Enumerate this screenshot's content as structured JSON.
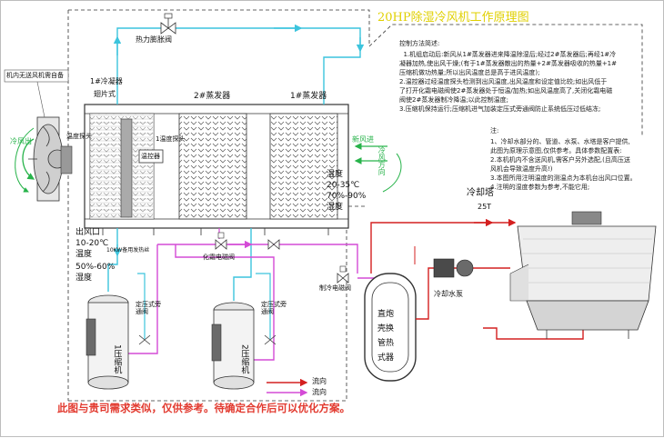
{
  "title": "20HP除湿冷风机工作原理图",
  "left_box_label": "机内无送风机需自备",
  "labels": {
    "expansion_valve": "热力膨胀阀",
    "condenser_1": "1#冷凝器",
    "fin_type": "翅片式",
    "evaporator_2": "2#蒸发器",
    "evaporator_1": "1#蒸发器",
    "temp_probe": "温度探头",
    "temp_probe_2": "1温度探头",
    "temp_controller": "温控器",
    "heating_wire": "10KW备用发热丝",
    "defrost_valve": "化霜电磁阀",
    "cooling_valve": "制冷电磁阀",
    "bypass_1": "定压式旁通阀",
    "bypass_2": "定压式旁通阀",
    "compressor_1": "1压缩机",
    "compressor_2": "2压缩机",
    "cold_wind_out": "冷风出",
    "fresh_air_in": "新风进",
    "cold_wind_dir": "冷风方向",
    "inlet_temp": "温度",
    "inlet_temp_range": "20-35℃",
    "inlet_humidity_range": "70%-90%",
    "inlet_humidity": "湿度",
    "outlet": "出风口",
    "outlet_temp_range": "10-20℃",
    "outlet_temp": "温度",
    "outlet_humidity_range": "50%-60%",
    "outlet_humidity": "湿度",
    "exchanger_1": "直炮",
    "exchanger_2": "壳换",
    "exchanger_3": "管热",
    "exchanger_4": "式器",
    "cooling_tower": "冷却塔",
    "cooling_tower_model": "25T",
    "cooling_pump": "冷却水泵",
    "flow_label_1": "流向",
    "flow_label_2": "流向"
  },
  "control_panel": {
    "heading": "控制方法简述:",
    "lines": [
      "  1.机组启动后:新风从1#蒸发器进来降温除湿后;经过2#蒸发器后;再经1#冷",
      "凝器加热,使出风干燥;(有于1#蒸发器散出的热量+2#蒸发器吸收的热量+1#",
      "压缩机做功热量;所以出风温度总是高于进风温度);",
      "2.温控器过经温度探头检测到出风温度,出风温度和设定值比较;如出风低于",
      "了打开化霜电磁阀使2#蒸发器处于恒温/加热;如出风温度高了,关闭化霜电磁",
      "阀使2#蒸发器制冷降温;以此控制温度;",
      "3.压缩机保持运行;压缩机进气加装定压式旁通阀防止系统低压过低结冻;"
    ]
  },
  "notes_panel": {
    "heading": "注:",
    "lines": [
      "1、冷却水部分的、管道、水泵、水塔是客户提供,",
      "此图为原理示意图,仅供参考。具体参数配置表:",
      "2.本机机内不含送风机,需客户另外选配,(且高压送",
      "风机会导致温度升高!)",
      "3.本图所用注明温度的测温点为本机台出风口位置。",
      "4.注明的湿度参数为参考,不能它用;"
    ]
  },
  "footer": "此图与贵司需求类似，仅供参考。待确定合作后可以优化方案。",
  "colors": {
    "refrigerant": "#3cc4dd",
    "defrost": "#d44bd6",
    "water": "#d42020",
    "frame": "#222222",
    "title": "#e0d000",
    "footer": "#e23a2f",
    "accent_green": "#27b34a"
  }
}
